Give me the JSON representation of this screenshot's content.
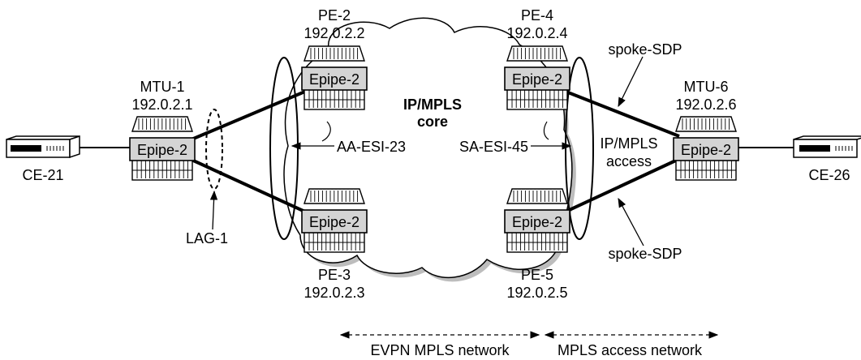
{
  "ce_left": "CE-21",
  "ce_right": "CE-26",
  "mtu1": {
    "name": "MTU-1",
    "ip": "192.0.2.1",
    "service": "Epipe-2"
  },
  "mtu6": {
    "name": "MTU-6",
    "ip": "192.0.2.6",
    "service": "Epipe-2"
  },
  "pe2": {
    "name": "PE-2",
    "ip": "192.0.2.2",
    "service": "Epipe-2"
  },
  "pe3": {
    "name": "PE-3",
    "ip": "192.0.2.3",
    "service": "Epipe-2"
  },
  "pe4": {
    "name": "PE-4",
    "ip": "192.0.2.4",
    "service": "Epipe-2"
  },
  "pe5": {
    "name": "PE-5",
    "ip": "192.0.2.5",
    "service": "Epipe-2"
  },
  "core": {
    "line1": "IP/MPLS",
    "line2": "core"
  },
  "access": {
    "line1": "IP/MPLS",
    "line2": "access"
  },
  "lag": "LAG-1",
  "aa_esi": "AA-ESI-23",
  "sa_esi": "SA-ESI-45",
  "spoke_top": "spoke-SDP",
  "spoke_bottom": "spoke-SDP",
  "evpn_network": "EVPN MPLS network",
  "access_network": "MPLS access network"
}
